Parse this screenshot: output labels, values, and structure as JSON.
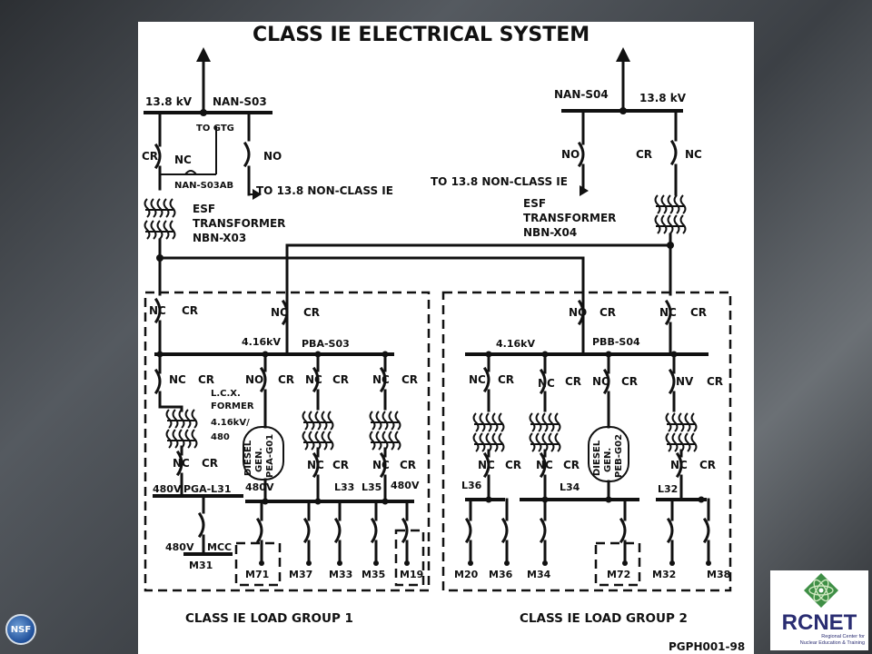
{
  "title": "CLASS IE ELECTRICAL SYSTEM",
  "footer_code": "PGPH001-98",
  "left": {
    "voltage": "13.8 kV",
    "bus": "NAN-S03",
    "to_gtg": "TO GTG",
    "cr": "CR",
    "nc": "NC",
    "no": "NO",
    "breaker_tag": "NAN-S03AB",
    "non_class": "TO 13.8 NON-CLASS IE",
    "transformer": [
      "ESF",
      "TRANSFORMER",
      "NBN-X03"
    ]
  },
  "right": {
    "bus": "NAN-S04",
    "voltage": "13.8 kV",
    "no": "NO",
    "cr": "CR",
    "nc": "NC",
    "non_class": "TO 13.8 NON-CLASS IE",
    "transformer": [
      "ESF",
      "TRANSFORMER",
      "NBN-X04"
    ]
  },
  "group1": {
    "feed_nc": "NC",
    "feed_cr": "CR",
    "alt_no": "NO",
    "alt_cr": "CR",
    "voltage": "4.16kV",
    "bus": "PBA-S03",
    "br1_nc": "NC",
    "br1_cr": "CR",
    "br2_no": "NO",
    "br2_cr": "CR",
    "br3_nc": "NC",
    "br3_cr": "CR",
    "br4_nc": "NC",
    "br4_cr": "CR",
    "lc_former": [
      "L.C.X.",
      "FORMER",
      "4.16kV/",
      "480"
    ],
    "diesel": [
      "DIESEL",
      "GEN.",
      "PEA-G01"
    ],
    "low1_nc": "NC",
    "low1_cr": "CR",
    "low3_nc": "NC",
    "low3_cr": "CR",
    "low4_nc": "NC",
    "low4_cr": "CR",
    "lc_bus_voltage": "480V",
    "lc_bus": "PGA-L31",
    "gen_voltage": "480V",
    "l33": "L33",
    "l35": "L35",
    "l35_voltage": "480V",
    "mcc_voltage": "480V",
    "mcc": "MCC",
    "m31": "M31",
    "loads": [
      "M71",
      "M37",
      "M33",
      "M35",
      "M19"
    ],
    "caption": "CLASS IE LOAD GROUP 1"
  },
  "group2": {
    "feed_no": "NO",
    "feed_cr": "CR",
    "alt_nc": "NC",
    "alt_cr": "CR",
    "voltage": "4.16kV",
    "bus": "PBB-S04",
    "br1_nc": "NC",
    "br1_cr": "CR",
    "br2_nc": "NC",
    "br2_cr": "CR",
    "br3_no": "NO",
    "br3_cr": "CR",
    "br4_nv": "NV",
    "br4_cr": "CR",
    "diesel": [
      "DIESEL",
      "GEN.",
      "PEB-G02"
    ],
    "low1_nc": "NC",
    "low1_cr": "CR",
    "low2_nc": "NC",
    "low2_cr": "CR",
    "low4_nc": "NC",
    "low4_cr": "CR",
    "l36": "L36",
    "l34": "L34",
    "l32": "L32",
    "loads": [
      "M20",
      "M36",
      "M34",
      "M72",
      "M32",
      "M38"
    ],
    "caption": "CLASS IE LOAD GROUP 2"
  },
  "logos": {
    "nsf": "NSF",
    "rcnet": "RCNET",
    "rcnet_sub": [
      "Regional Center for",
      "Nuclear Education & Training"
    ]
  }
}
